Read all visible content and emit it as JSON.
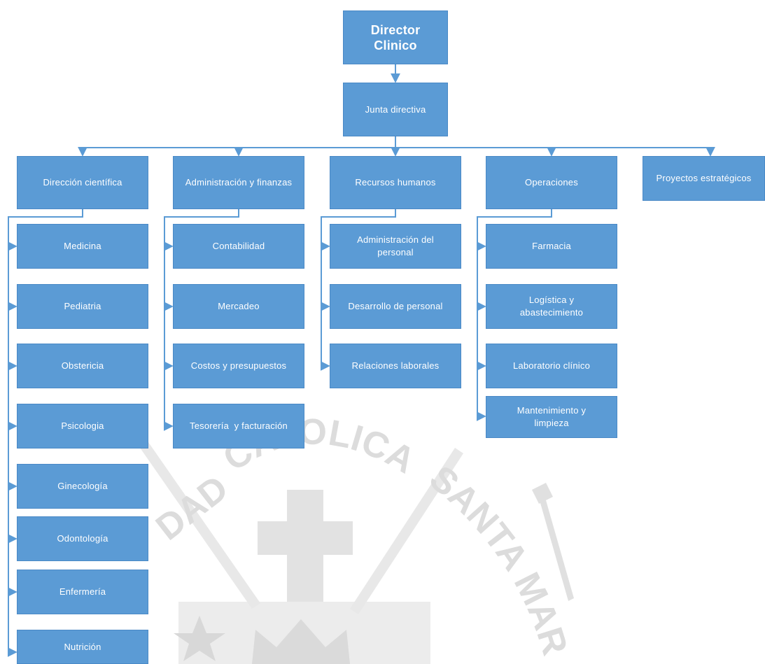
{
  "watermark": {
    "arc_left": "CATOLICA",
    "arc_dad": "DAD",
    "arc_right": "SANTA MAR"
  },
  "nodes": {
    "director": "Director Clinico",
    "junta": "Junta directiva",
    "direccion_cientifica": "Dirección científica",
    "administracion_finanzas": "Administración y finanzas",
    "recursos_humanos": "Recursos humanos",
    "operaciones": "Operaciones",
    "proyectos_estrategicos": "Proyectos estratégicos",
    "medicina": "Medicina",
    "pediatria": "Pediatria",
    "obstericia": "Obstericia",
    "psicologia": "Psicologia",
    "ginecologia": "Ginecología",
    "odontologia": "Odontología",
    "enfermeria": "Enfermería",
    "nutricion": "Nutrición",
    "contabilidad": "Contabilidad",
    "mercadeo": "Mercadeo",
    "costos": "Costos y presupuestos",
    "tesoreria": "Tesorería  y facturación",
    "admin_personal": "Administración del personal",
    "desarrollo_personal": "Desarrollo de personal",
    "relaciones_laborales": "Relaciones laborales",
    "farmacia": "Farmacia",
    "logistica": "Logística y abastecimiento",
    "laboratorio": "Laboratorio clínico",
    "mantenimiento": "Mantenimiento y limpieza"
  },
  "colors": {
    "box_fill": "#5b9bd5",
    "box_text": "#ffffff",
    "connector": "#5b9bd5",
    "watermark": "#dcdcdc"
  }
}
